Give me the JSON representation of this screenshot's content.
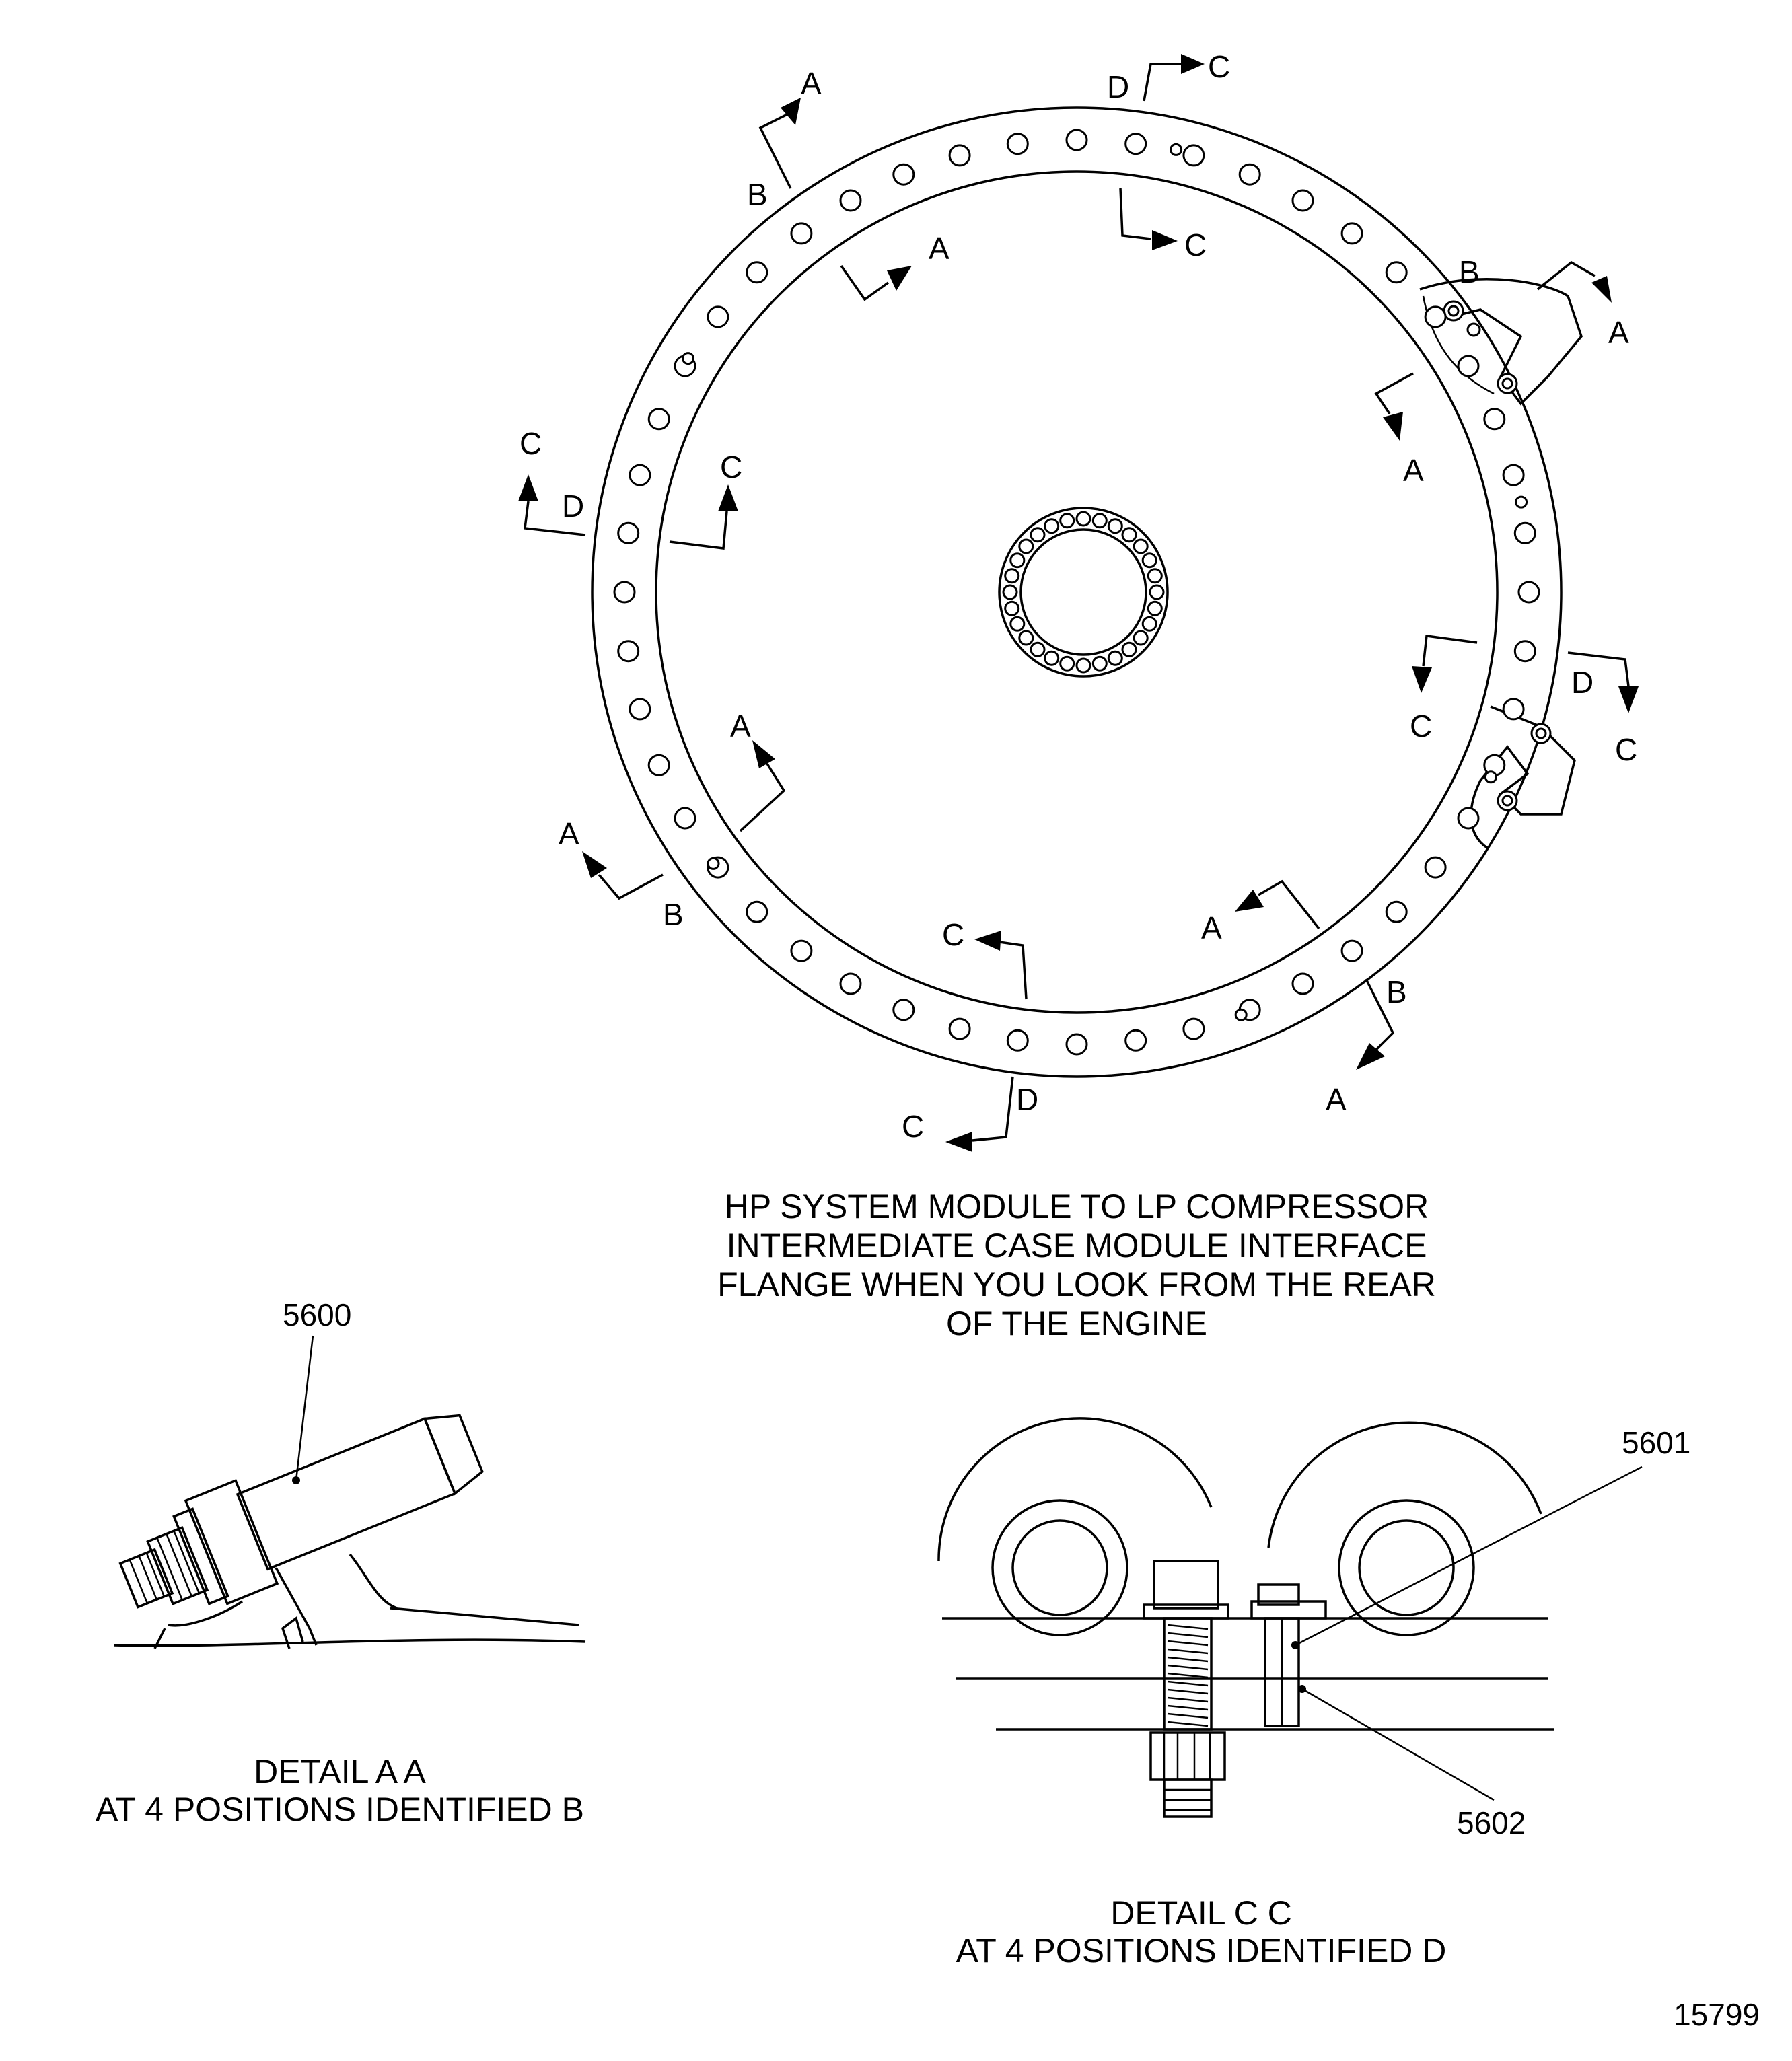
{
  "main_view": {
    "caption_lines": [
      "HP SYSTEM MODULE TO LP COMPRESSOR",
      "INTERMEDIATE CASE MODULE INTERFACE",
      "FLANGE WHEN YOU LOOK FROM THE REAR",
      "OF THE ENGINE"
    ],
    "section_labels": {
      "a": "A",
      "b": "B",
      "c": "C",
      "d": "D"
    }
  },
  "detail_aa": {
    "part_number": "5600",
    "caption_lines": [
      "DETAIL A A",
      "AT 4 POSITIONS IDENTIFIED B"
    ]
  },
  "detail_cc": {
    "part_numbers": [
      "5601",
      "5602"
    ],
    "caption_lines": [
      "DETAIL C C",
      "AT 4 POSITIONS IDENTIFIED D"
    ]
  },
  "figure_number": "15799"
}
